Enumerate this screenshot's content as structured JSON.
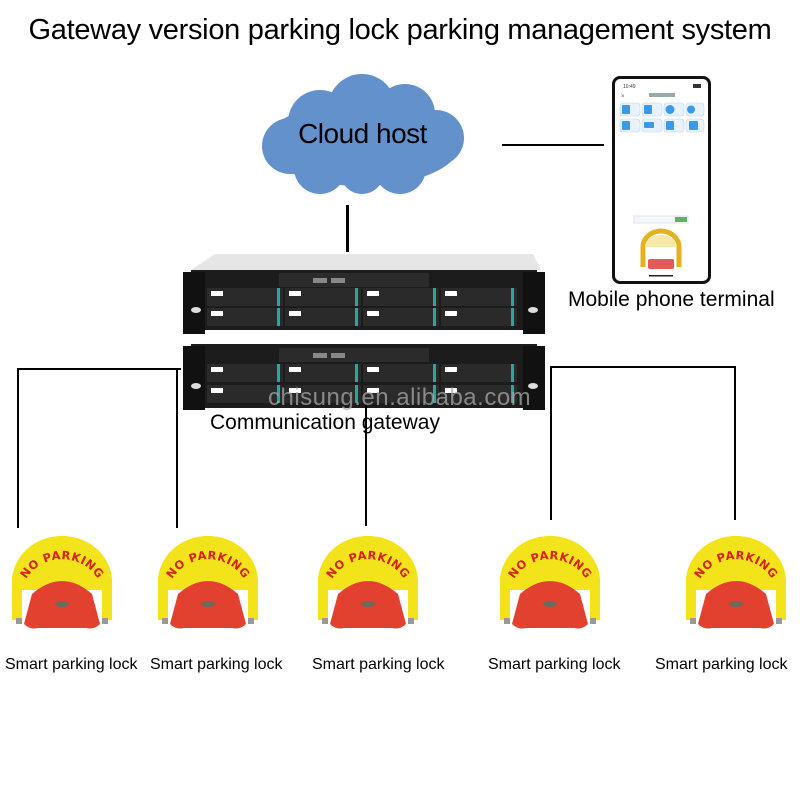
{
  "title": "Gateway version parking lock parking management system",
  "nodes": {
    "cloud": {
      "label": "Cloud host",
      "color": "#6391cc"
    },
    "phone": {
      "label": "Mobile phone terminal"
    },
    "gateway": {
      "label": "Communication gateway"
    }
  },
  "watermark": "chisung.en.alibaba.com",
  "locks": [
    {
      "label": "Smart parking lock",
      "sign": "NO PARKING"
    },
    {
      "label": "Smart parking lock",
      "sign": "NO PARKING"
    },
    {
      "label": "Smart parking lock",
      "sign": "NO PARKING"
    },
    {
      "label": "Smart parking lock",
      "sign": "NO PARKING"
    },
    {
      "label": "Smart parking lock",
      "sign": "NO PARKING"
    }
  ],
  "colors": {
    "lock_yellow": "#f2e31b",
    "lock_red": "#e2412f",
    "sign_text": "#d6231c",
    "server_dark": "#1c1c1c",
    "server_accent": "#2aa79b"
  },
  "connections": [
    {
      "from": "Cloud host",
      "to": "Mobile phone terminal"
    },
    {
      "from": "Cloud host",
      "to": "Communication gateway"
    },
    {
      "from": "Communication gateway",
      "to": "Smart parking lock"
    }
  ]
}
